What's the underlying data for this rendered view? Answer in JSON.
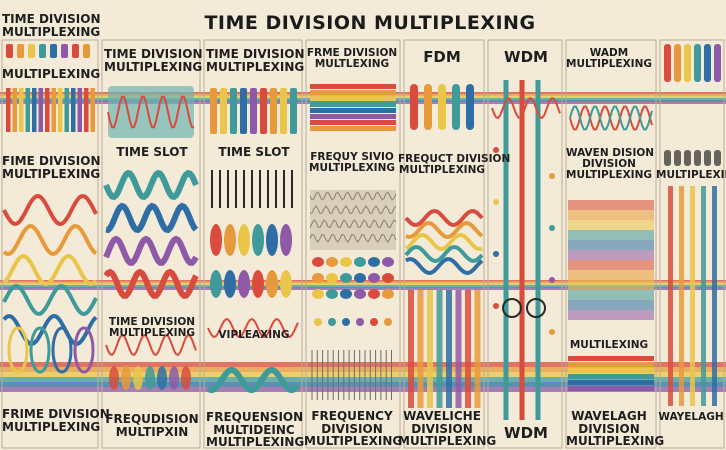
{
  "title": "TIME DIVISION MULTIPLEXING",
  "labels": {
    "c1_top_1": "TIME DIVISION",
    "c1_top_2": "MULTIPLEXING",
    "c1_top_3": "MULTIPLEXING",
    "c1_mid_1": "FIME DIVISION",
    "c1_mid_2": "MULTIPLEXING",
    "c1_bot_1": "FRIME DIVISION",
    "c1_bot_2": "MULTIPLEXING",
    "c2_top_1": "TIME DIVISION",
    "c2_top_2": "MULTIPLEXING",
    "c2_mid": "TIME SLOT",
    "c2_low_1": "TIME DIVISION",
    "c2_low_2": "MULTIPLEXING",
    "c2_bot_1": "FREQUDISION",
    "c2_bot_2": "MULTIPXIN",
    "c3_top_1": "TIME DIVISION",
    "c3_top_2": "MULTIPLEXING",
    "c3_mid": "TIME SLOT",
    "c3_low": "VIPLEAXING",
    "c3_bot_1": "FREQUENSION",
    "c3_bot_2": "MULTIDEINC",
    "c3_bot_3": "MULTIPLEXING",
    "c4_top_1": "FRME DIVISION",
    "c4_top_2": "MULTLEXING",
    "c4_mid_1": "FREQUY SIVIO",
    "c4_mid_2": "MULTIPLEXING",
    "c4_bot_1": "FREQUENCY",
    "c4_bot_2": "DIVISION",
    "c4_bot_3": "MULTIPLEXING",
    "c5_top": "FDM",
    "c5_mid_1": "FREQUCT DIVISION",
    "c5_mid_2": "MULTIPLEXING",
    "c5_bot_1": "WAVELICHE",
    "c5_bot_2": "DIVISION",
    "c5_bot_3": "MULTIPLEXING",
    "c6_top": "WDM",
    "c6_bot": "WDM",
    "c7_top_1": "WADM",
    "c7_top_2": "MULTIPLEXING",
    "c7_mid_1": "WAVEN DISION",
    "c7_mid_2": "DIVISION",
    "c7_mid_3": "MULTIPLEXING",
    "c7_low": "MULTILEXING",
    "c7_bot_1": "WAVELAGH",
    "c7_bot_2": "DIVISION",
    "c7_bot_3": "MULTIPLEXING",
    "c8_mid": "MULTIPLEXIN",
    "c8_bot": "WAYELAGH"
  },
  "colors": {
    "red": "#d94c3d",
    "orange": "#e79a3b",
    "yellow": "#e9c64a",
    "teal": "#3f9a9a",
    "blue": "#2f6ea5",
    "purple": "#8e5aa8",
    "dark": "#2a2a2a",
    "paper": "#f3ead8"
  }
}
